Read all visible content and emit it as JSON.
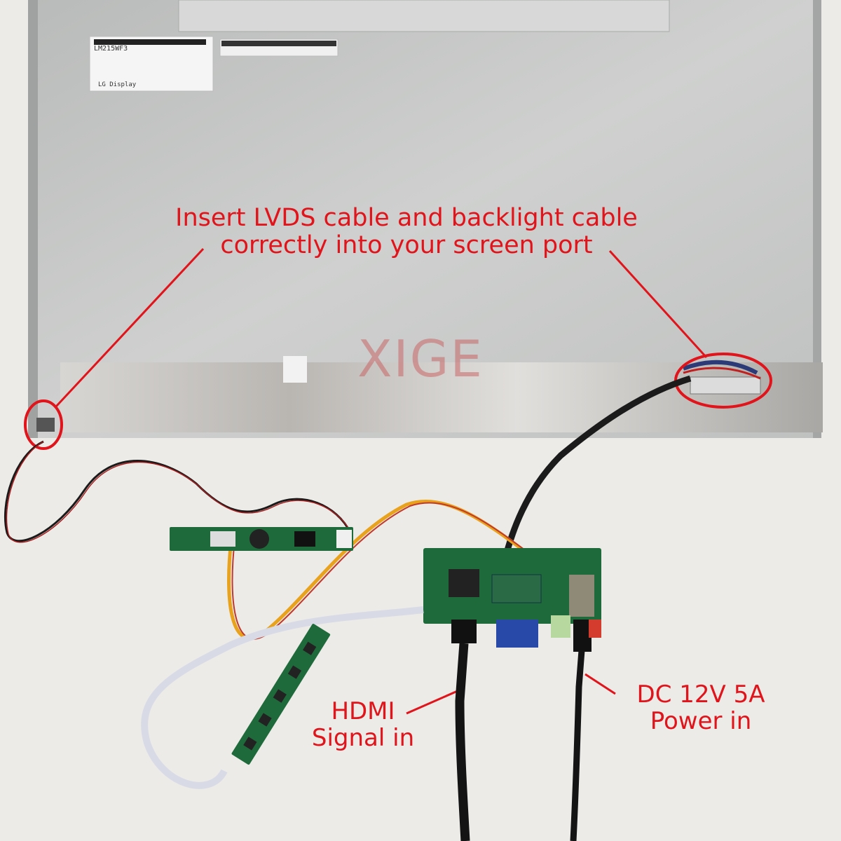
{
  "annotations": {
    "top_line1": "Insert LVDS cable and backlight cable",
    "top_line2": "correctly into your screen port",
    "hdmi_line1": "HDMI",
    "hdmi_line2": "Signal in",
    "dc_line1": "DC 12V 5A",
    "dc_line2": "Power in"
  },
  "panel_label": {
    "model": "LM215WF3",
    "brand": "LG Display"
  },
  "watermark": "XIGE",
  "colors": {
    "annotation_red": "#e0141a",
    "panel_gray": "#c8c9c8",
    "board_green": "#1f6a3a",
    "background": "#ecebe8"
  }
}
